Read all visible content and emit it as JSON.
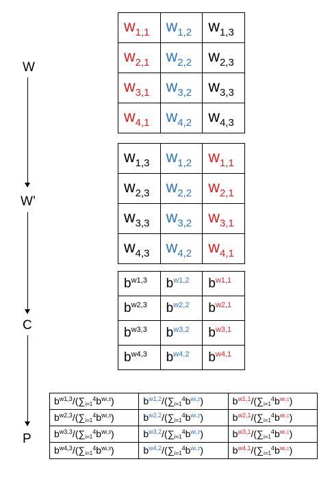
{
  "labels": {
    "w": "W",
    "w_prime": "W’",
    "c": "C",
    "p": "P"
  },
  "colors": {
    "red": "#e11d1d",
    "blue": "#2f74c0",
    "black": "#000000"
  },
  "w_table": [
    [
      {
        "base": "w",
        "sub": "1,1",
        "color": "red"
      },
      {
        "base": "w",
        "sub": "1,2",
        "color": "blue"
      },
      {
        "base": "w",
        "sub": "1,3",
        "color": "black"
      }
    ],
    [
      {
        "base": "w",
        "sub": "2,1",
        "color": "red"
      },
      {
        "base": "w",
        "sub": "2,2",
        "color": "blue"
      },
      {
        "base": "w",
        "sub": "2,3",
        "color": "black"
      }
    ],
    [
      {
        "base": "w",
        "sub": "3,1",
        "color": "red"
      },
      {
        "base": "w",
        "sub": "3,2",
        "color": "blue"
      },
      {
        "base": "w",
        "sub": "3,3",
        "color": "black"
      }
    ],
    [
      {
        "base": "w",
        "sub": "4,1",
        "color": "red"
      },
      {
        "base": "w",
        "sub": "4,2",
        "color": "blue"
      },
      {
        "base": "w",
        "sub": "4,3",
        "color": "black"
      }
    ]
  ],
  "wprime_table": [
    [
      {
        "base": "w",
        "sub": "1,3",
        "color": "black"
      },
      {
        "base": "w",
        "sub": "1,2",
        "color": "blue"
      },
      {
        "base": "w",
        "sub": "1,1",
        "color": "red"
      }
    ],
    [
      {
        "base": "w",
        "sub": "2,3",
        "color": "black"
      },
      {
        "base": "w",
        "sub": "2,2",
        "color": "blue"
      },
      {
        "base": "w",
        "sub": "2,1",
        "color": "red"
      }
    ],
    [
      {
        "base": "w",
        "sub": "3,3",
        "color": "black"
      },
      {
        "base": "w",
        "sub": "3,2",
        "color": "blue"
      },
      {
        "base": "w",
        "sub": "3,1",
        "color": "red"
      }
    ],
    [
      {
        "base": "w",
        "sub": "4,3",
        "color": "black"
      },
      {
        "base": "w",
        "sub": "4,2",
        "color": "blue"
      },
      {
        "base": "w",
        "sub": "4,1",
        "color": "red"
      }
    ]
  ],
  "c_table": [
    [
      {
        "base": "b",
        "sup": "w1,3",
        "color": "black"
      },
      {
        "base": "b",
        "sup": "w1,2",
        "color": "blue"
      },
      {
        "base": "b",
        "sup": "w1,1",
        "color": "red"
      }
    ],
    [
      {
        "base": "b",
        "sup": "w2,3",
        "color": "black"
      },
      {
        "base": "b",
        "sup": "w2,2",
        "color": "blue"
      },
      {
        "base": "b",
        "sup": "w2,1",
        "color": "red"
      }
    ],
    [
      {
        "base": "b",
        "sup": "w3,3",
        "color": "black"
      },
      {
        "base": "b",
        "sup": "w3,2",
        "color": "blue"
      },
      {
        "base": "b",
        "sup": "w3,1",
        "color": "red"
      }
    ],
    [
      {
        "base": "b",
        "sup": "w4,3",
        "color": "black"
      },
      {
        "base": "b",
        "sup": "w4,2",
        "color": "blue"
      },
      {
        "base": "b",
        "sup": "w4,1",
        "color": "red"
      }
    ]
  ],
  "p_table": [
    [
      {
        "num": "w1,3",
        "col": "i,3",
        "color": "black"
      },
      {
        "num": "w1,2",
        "col": "i,2",
        "color": "blue"
      },
      {
        "num": "w1,1",
        "col": "i,1",
        "color": "red"
      }
    ],
    [
      {
        "num": "w2,3",
        "col": "i,3",
        "color": "black"
      },
      {
        "num": "w2,2",
        "col": "i,2",
        "color": "blue"
      },
      {
        "num": "w2,1",
        "col": "i,1",
        "color": "red"
      }
    ],
    [
      {
        "num": "w3,3",
        "col": "i,3",
        "color": "black"
      },
      {
        "num": "w3,2",
        "col": "i,2",
        "color": "blue"
      },
      {
        "num": "w3,1",
        "col": "i,1",
        "color": "red"
      }
    ],
    [
      {
        "num": "w4,3",
        "col": "i,3",
        "color": "black"
      },
      {
        "num": "w4,2",
        "col": "i,2",
        "color": "blue"
      },
      {
        "num": "w4,1",
        "col": "i,1",
        "color": "red"
      }
    ]
  ],
  "formula": {
    "open": "/(",
    "sum": "∑",
    "sum_sub": "i=1",
    "sum_sup": "4",
    "b": "b",
    "w": "w",
    "close": ")"
  }
}
